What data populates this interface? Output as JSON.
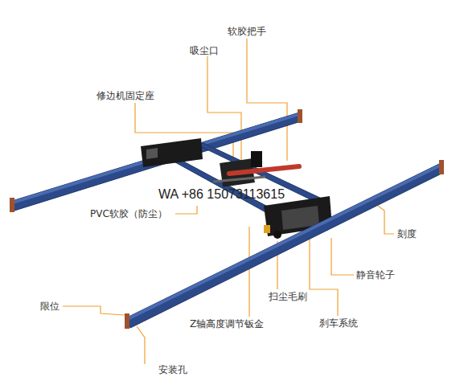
{
  "diagram": {
    "labels": [
      "软胶把手",
      "吸尘口",
      "修边机固定座",
      "WA +86 15073113615",
      "PVC软胶（防尘）",
      "刻度",
      "静音轮子",
      "扫尘毛刷",
      "刹车系统",
      "限位",
      "Z轴高度调节钣金",
      "安装孔"
    ]
  }
}
